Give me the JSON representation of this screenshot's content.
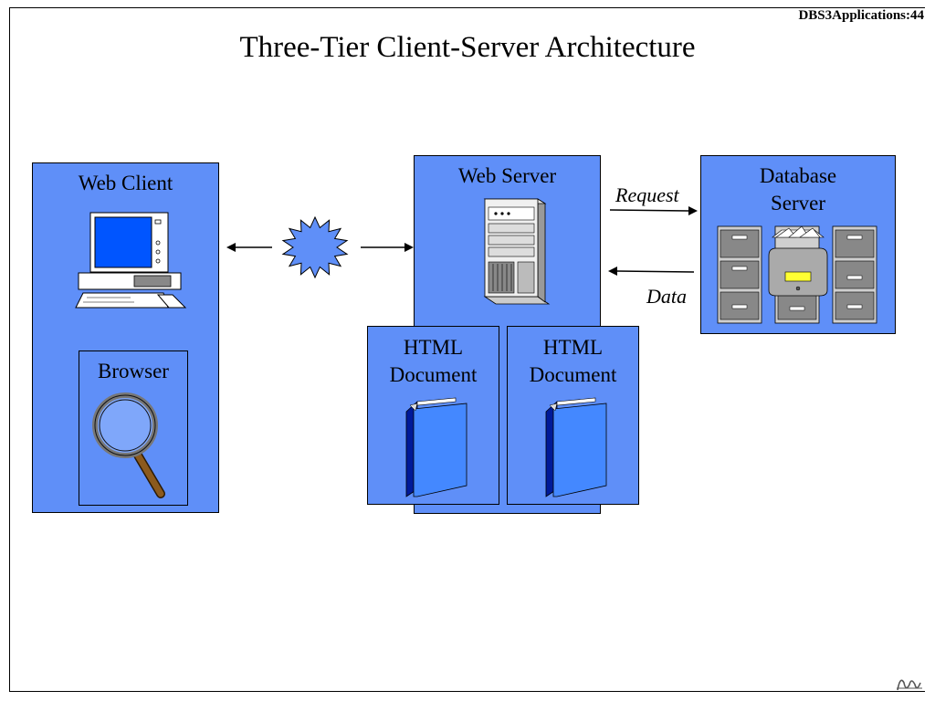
{
  "slide": {
    "id_label": "DBS3Applications:44",
    "title": "Three-Tier Client-Server Architecture"
  },
  "web_client": {
    "label": "Web Client",
    "browser_label": "Browser"
  },
  "web_server": {
    "label": "Web Server"
  },
  "html_docs": [
    {
      "label_line1": "HTML",
      "label_line2": "Document"
    },
    {
      "label_line1": "HTML",
      "label_line2": "Document"
    }
  ],
  "database_server": {
    "label_line1": "Database",
    "label_line2": "Server"
  },
  "flows": {
    "request": "Request",
    "data": "Data"
  },
  "icons": [
    "computer-icon",
    "magnifier-icon",
    "network-burst-icon",
    "server-tower-icon",
    "binder-icon",
    "file-cabinet-icon",
    "logo-icon"
  ],
  "colors": {
    "box_fill": "#5f8ff8",
    "border": "#000000"
  }
}
